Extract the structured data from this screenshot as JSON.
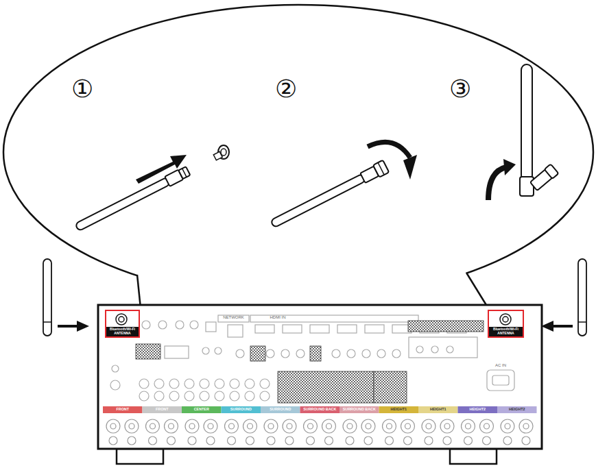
{
  "diagram": {
    "nodes": [
      {
        "text": [
          "Bluetooth/Wi-Fi ANTENNA"
        ]
      },
      {
        "text": [
          "Bluetooth/Wi-Fi ANTENNA"
        ]
      }
    ],
    "labels": [
      "①",
      "②",
      "③",
      "NETWORK",
      "HDMI IN",
      "AC IN",
      "FRONT",
      "FRONT",
      "CENTER",
      "SURROUND",
      "SURROUND",
      "SURROUND BACK",
      "SURROUND BACK",
      "HEIGHT1",
      "HEIGHT1",
      "HEIGHT2",
      "HEIGHT2"
    ]
  }
}
